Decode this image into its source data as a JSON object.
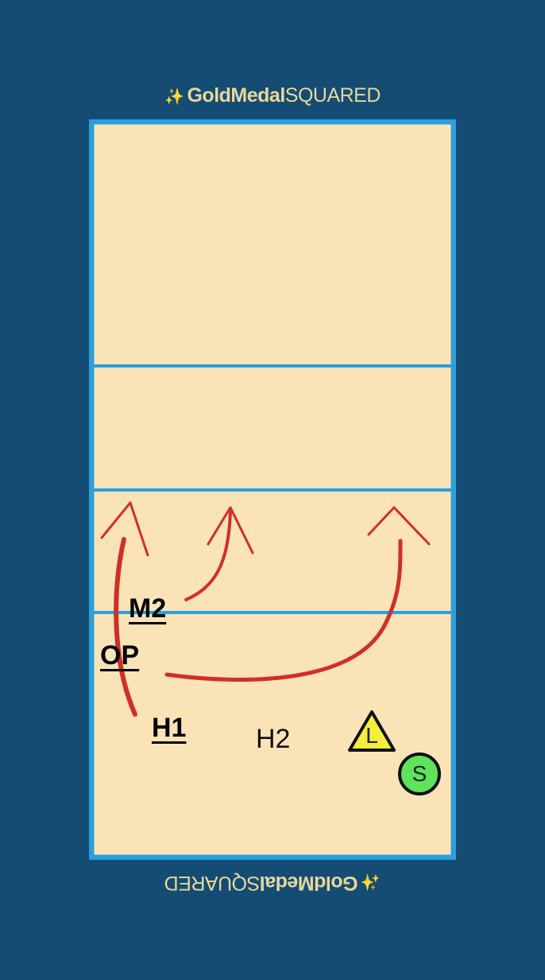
{
  "branding": {
    "top": {
      "icon": "sparkle-icon",
      "bold": "GoldMedal",
      "light": "SQUARED"
    },
    "bottom": {
      "icon": "sparkle-icon",
      "bold": "GoldMedal",
      "light": "SQUARED"
    }
  },
  "colors": {
    "background": "#154c73",
    "court": "#fbe3b8",
    "lines": "#2c9fdc",
    "arrows": "#d02f26",
    "libero_marker": "#f4ee3c",
    "setter_marker": "#5ee35a"
  },
  "players": {
    "m2": "M2",
    "op": "OP",
    "h1": "H1",
    "h2": "H2",
    "libero": "L",
    "setter": "S"
  },
  "markers": {
    "libero_shape": "triangle",
    "setter_shape": "circle"
  }
}
